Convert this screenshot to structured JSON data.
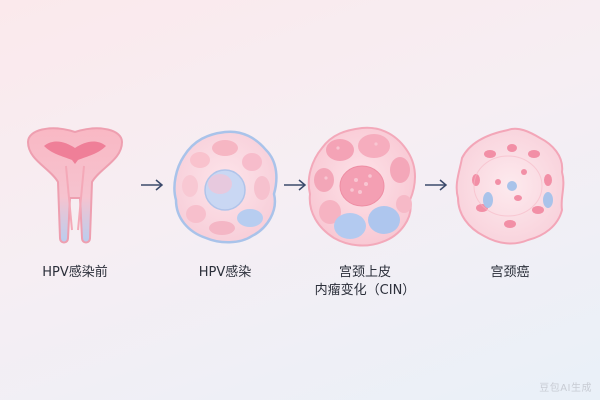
{
  "stages": [
    {
      "id": "stage-1",
      "label_lines": [
        "HPV感染前"
      ]
    },
    {
      "id": "stage-2",
      "label_lines": [
        "HPV感染"
      ]
    },
    {
      "id": "stage-3",
      "label_lines": [
        "宫颈上皮",
        "内瘤变化（CIN）"
      ]
    },
    {
      "id": "stage-4",
      "label_lines": [
        "宫颈癌"
      ]
    }
  ],
  "arrow_icon": "arrow-right-icon",
  "colors": {
    "pink": "#f7a8b8",
    "pink_light": "#fbd3dc",
    "blue": "#a9c3ea",
    "arrow": "#3b4a6b"
  },
  "watermark": "豆包AI生成"
}
